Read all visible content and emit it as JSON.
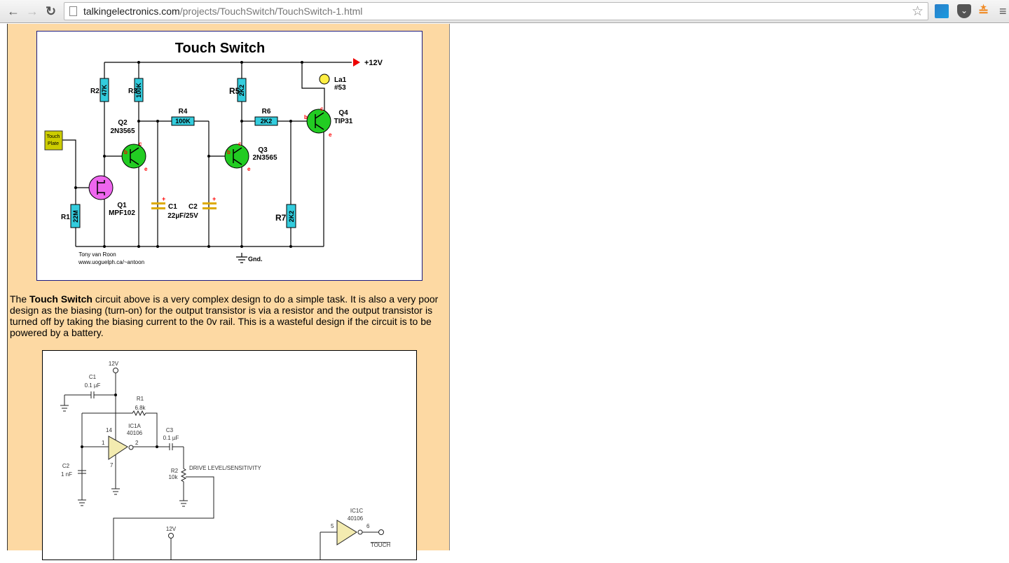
{
  "browser": {
    "url_domain": "talkingelectronics.com",
    "url_path": "/projects/TouchSwitch/TouchSwitch-1.html",
    "icons": [
      "back-arrow-icon",
      "forward-arrow-icon",
      "reload-icon",
      "page-icon",
      "star-icon",
      "screenshot-extension-icon",
      "pocket-icon",
      "rss-icon",
      "menu-icon"
    ]
  },
  "figure1": {
    "title": "Touch Switch",
    "supply": "+12V",
    "ground": "Gnd.",
    "touch_plate": [
      "Touch",
      "Plate"
    ],
    "resistors": {
      "R1": "22M",
      "R2": "47K",
      "R3": "100K",
      "R4": "100K",
      "R5": "2K2",
      "R6": "2K2",
      "R7": "2K2"
    },
    "labels": {
      "R1": "R1",
      "R2": "R2",
      "R3": "R3",
      "R4": "R4",
      "R5": "R5",
      "R6": "R6",
      "R7": "R7"
    },
    "q1": {
      "name": "Q1",
      "part": "MPF102"
    },
    "q2": {
      "name": "Q2",
      "part": "2N3565"
    },
    "q3": {
      "name": "Q3",
      "part": "2N3565"
    },
    "q4": {
      "name": "Q4",
      "part": "TIP31"
    },
    "lamp": {
      "name": "La1",
      "part": "#53"
    },
    "c1": "C1",
    "c2": "C2",
    "cap_value": "22µF/25V",
    "pins": {
      "b": "b",
      "c": "c",
      "e": "e",
      "plus": "+"
    },
    "credit": [
      "Tony van Roon",
      "www.uoguelph.ca/~antoon"
    ],
    "colors": {
      "resistor": "#33ccdd",
      "transistor": "#22cc22",
      "fet": "#ee66ee",
      "plate": "#cccc00",
      "pin": "#ff0000"
    }
  },
  "paragraph": {
    "before": "The ",
    "bold": "Touch Switch",
    "after": " circuit above is a very complex design to do a simple task. It is also a very poor design as the biasing (turn-on) for the output transistor is via a resistor and the output transistor is turned off by taking the biasing current to the 0v rail.  This is a wasteful design if the circuit is to be powered by a battery."
  },
  "figure2": {
    "v12": "12V",
    "c1": {
      "name": "C1",
      "value": "0.1 µF"
    },
    "r1": {
      "name": "R1",
      "value": "6.8k"
    },
    "ic1a": {
      "name": "IC1A",
      "part": "40106"
    },
    "c3": {
      "name": "C3",
      "value": "0.1 µF"
    },
    "c2": {
      "name": "C2",
      "value": "1 nF"
    },
    "r2": {
      "name": "R2",
      "value": "10k"
    },
    "drive": "DRIVE LEVEL/SENSITIVITY",
    "pins": {
      "p14": "14",
      "p1": "1",
      "p2": "2",
      "p7": "7",
      "p5": "5",
      "p6": "6"
    },
    "ic1c": {
      "name": "IC1C",
      "part": "40106"
    },
    "touch": "TOUCH",
    "v12b": "12V"
  }
}
